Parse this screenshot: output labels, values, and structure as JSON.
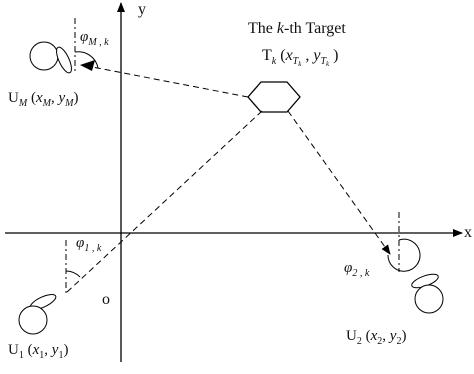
{
  "target": {
    "title_prefix": "The ",
    "title_k": "k",
    "title_suffix": "-th Target",
    "label_T": "T",
    "label_T_sub": "k",
    "label_coords_open": " (",
    "label_x": "x",
    "label_x_sub": "T",
    "label_x_subsub": "k",
    "label_comma": " , ",
    "label_y": "y",
    "label_y_sub": "T",
    "label_y_subsub": "k",
    "label_close": " )"
  },
  "axes": {
    "x_label": "x",
    "y_label": "y",
    "origin_label": "o"
  },
  "users": [
    {
      "U": "U",
      "sub": "M",
      "open": " (",
      "x": "x",
      "xsub": "M",
      "comma": ", ",
      "y": "y",
      "ysub": "M",
      "close": ")",
      "angle_sym": "φ",
      "angle_sub": "M , k"
    },
    {
      "U": "U",
      "sub": "1",
      "open": " (",
      "x": "x",
      "xsub": "1",
      "comma": ", ",
      "y": "y",
      "ysub": "1",
      "close": ")",
      "angle_sym": "φ",
      "angle_sub": "1 , k"
    },
    {
      "U": "U",
      "sub": "2",
      "open": " (",
      "x": "x",
      "xsub": "2",
      "comma": ", ",
      "y": "y",
      "ysub": "2",
      "close": ")",
      "angle_sym": "φ",
      "angle_sub": "2 , k"
    }
  ]
}
